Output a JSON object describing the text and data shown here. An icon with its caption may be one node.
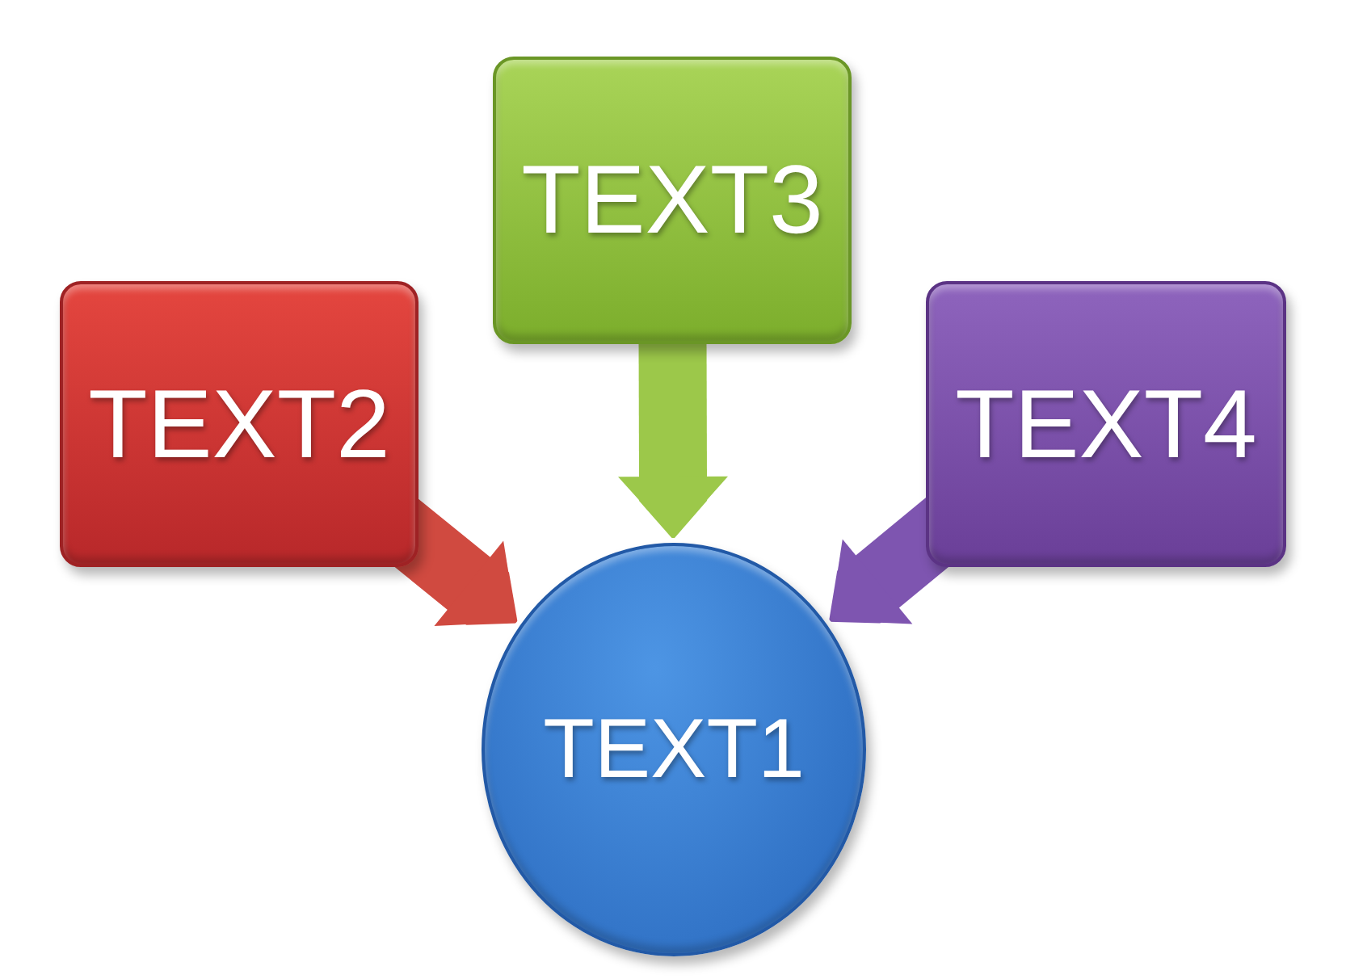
{
  "diagram": {
    "nodes": [
      {
        "text": [
          "TEXT3"
        ]
      },
      {
        "text": [
          "TEXT2"
        ]
      },
      {
        "text": [
          "TEXT4"
        ]
      },
      {
        "text": [
          "TEXT1"
        ]
      }
    ],
    "edges": [
      {
        "from": 0,
        "to": 3,
        "arrow": "to",
        "color": "#9cc84a"
      },
      {
        "from": 1,
        "to": 3,
        "arrow": "to",
        "color": "#d04a40"
      },
      {
        "from": 2,
        "to": 3,
        "arrow": "to",
        "color": "#7e55b0"
      }
    ]
  }
}
